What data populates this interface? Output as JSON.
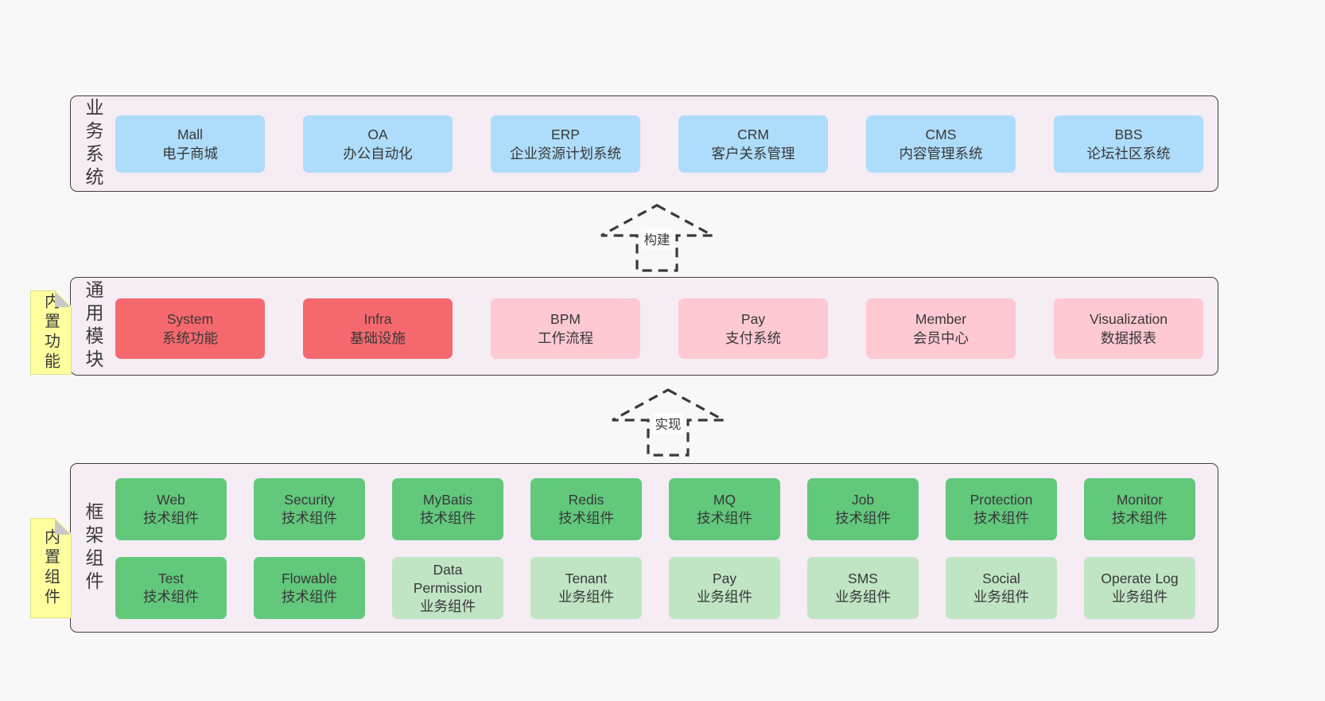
{
  "colors": {
    "page_bg": "#f8f8f8",
    "layer_bg": "#f5ecf4",
    "layer_border": "#3f3f3f",
    "blue": "#aeddfb",
    "red": "#f5696e",
    "pink": "#ffc9d3",
    "green_dark": "#62c87c",
    "green_light": "#c0e5c4",
    "sticky_bg": "#ffffa0",
    "sticky_fold": "#c9c9c9",
    "text": "#3a3a3a"
  },
  "arrows": [
    {
      "label": "构建"
    },
    {
      "label": "实现"
    }
  ],
  "layers": [
    {
      "label": "业务系统",
      "boxes": [
        {
          "name": "Mall",
          "desc": "电子商城"
        },
        {
          "name": "OA",
          "desc": "办公自动化"
        },
        {
          "name": "ERP",
          "desc": "企业资源计划系统"
        },
        {
          "name": "CRM",
          "desc": "客户关系管理"
        },
        {
          "name": "CMS",
          "desc": "内容管理系统"
        },
        {
          "name": "BBS",
          "desc": "论坛社区系统"
        }
      ]
    },
    {
      "label": "通用模块",
      "sticky": "内置功能",
      "boxes": [
        {
          "name": "System",
          "desc": "系统功能"
        },
        {
          "name": "Infra",
          "desc": "基础设施"
        },
        {
          "name": "BPM",
          "desc": "工作流程"
        },
        {
          "name": "Pay",
          "desc": "支付系统"
        },
        {
          "name": "Member",
          "desc": "会员中心"
        },
        {
          "name": "Visualization",
          "desc": "数据报表"
        }
      ]
    },
    {
      "label": "框架组件",
      "sticky": "内置组件",
      "rows": [
        [
          {
            "name": "Web",
            "desc": "技术组件"
          },
          {
            "name": "Security",
            "desc": "技术组件"
          },
          {
            "name": "MyBatis",
            "desc": "技术组件"
          },
          {
            "name": "Redis",
            "desc": "技术组件"
          },
          {
            "name": "MQ",
            "desc": "技术组件"
          },
          {
            "name": "Job",
            "desc": "技术组件"
          },
          {
            "name": "Protection",
            "desc": "技术组件"
          },
          {
            "name": "Monitor",
            "desc": "技术组件"
          }
        ],
        [
          {
            "name": "Test",
            "desc": "技术组件"
          },
          {
            "name": "Flowable",
            "desc": "技术组件"
          },
          {
            "name": "Data Permission",
            "desc": "业务组件"
          },
          {
            "name": "Tenant",
            "desc": "业务组件"
          },
          {
            "name": "Pay",
            "desc": "业务组件"
          },
          {
            "name": "SMS",
            "desc": "业务组件"
          },
          {
            "name": "Social",
            "desc": "业务组件"
          },
          {
            "name": "Operate Log",
            "desc": "业务组件"
          }
        ]
      ]
    }
  ]
}
